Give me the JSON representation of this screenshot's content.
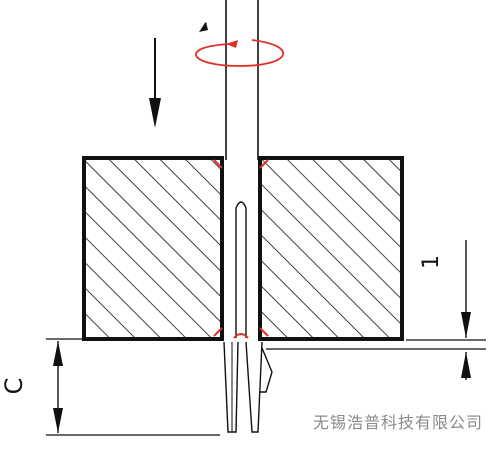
{
  "diagram": {
    "dimension_labels": {
      "depth_label": "1",
      "clearance_label": "C"
    },
    "watermark": "无锡浩普科技有限公司",
    "colors": {
      "line": "#111111",
      "rotation": "#e0302a",
      "corner_marks": "#e0302a",
      "watermark": "#8a8a8a"
    }
  }
}
